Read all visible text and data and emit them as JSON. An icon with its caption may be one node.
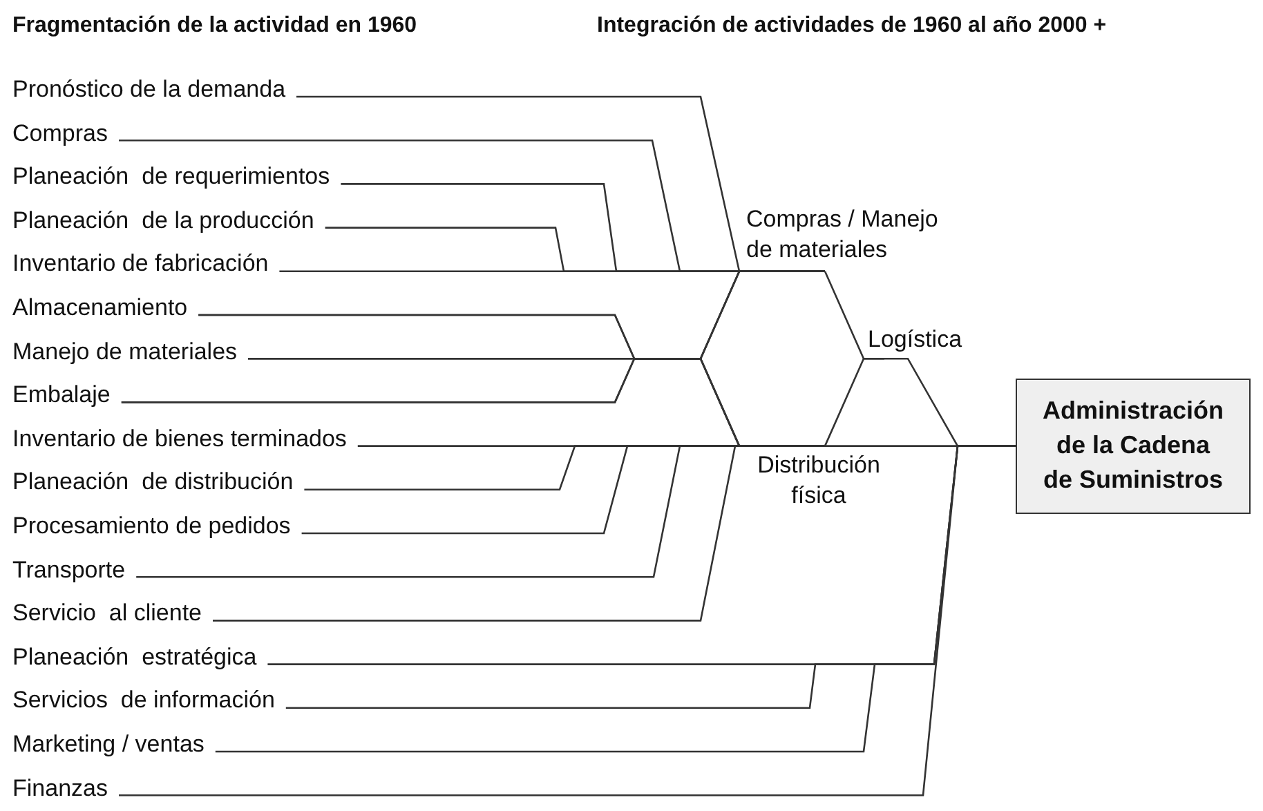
{
  "diagram": {
    "nodes": [
      {
        "text": [
          "Pronóstico de la demanda"
        ]
      },
      {
        "text": [
          "Compras"
        ]
      },
      {
        "text": [
          "Planeación  de requerimientos"
        ]
      },
      {
        "text": [
          "Planeación  de la producción"
        ]
      },
      {
        "text": [
          "Inventario de fabricación"
        ]
      },
      {
        "text": [
          "Almacenamiento"
        ]
      },
      {
        "text": [
          "Manejo de materiales"
        ]
      },
      {
        "text": [
          "Embalaje"
        ]
      },
      {
        "text": [
          "Inventario de bienes terminados"
        ]
      },
      {
        "text": [
          "Planeación  de distribución"
        ]
      },
      {
        "text": [
          "Procesamiento de pedidos"
        ]
      },
      {
        "text": [
          "Transporte"
        ]
      },
      {
        "text": [
          "Servicio  al cliente"
        ]
      },
      {
        "text": [
          "Planeación  estratégica"
        ]
      },
      {
        "text": [
          "Servicios  de información"
        ]
      },
      {
        "text": [
          "Marketing / ventas"
        ]
      },
      {
        "text": [
          "Finanzas"
        ]
      },
      {
        "text": [
          "Compras / Manejo de materiales"
        ]
      },
      {
        "text": [
          "Logística"
        ]
      },
      {
        "text": [
          "Distribución física"
        ]
      },
      {
        "text": [
          "Administración de la Cadena de Suministros"
        ]
      }
    ],
    "edges": [
      {
        "from": 0,
        "to": 17,
        "arrow": "none"
      },
      {
        "from": 1,
        "to": 17,
        "arrow": "none"
      },
      {
        "from": 2,
        "to": 17,
        "arrow": "none"
      },
      {
        "from": 3,
        "to": 17,
        "arrow": "none"
      },
      {
        "from": 4,
        "to": 17,
        "arrow": "none"
      },
      {
        "from": 5,
        "to": 17,
        "arrow": "none"
      },
      {
        "from": 5,
        "to": 19,
        "arrow": "none"
      },
      {
        "from": 6,
        "to": 17,
        "arrow": "none"
      },
      {
        "from": 6,
        "to": 19,
        "arrow": "none"
      },
      {
        "from": 7,
        "to": 17,
        "arrow": "none"
      },
      {
        "from": 7,
        "to": 19,
        "arrow": "none"
      },
      {
        "from": 8,
        "to": 19,
        "arrow": "none"
      },
      {
        "from": 9,
        "to": 19,
        "arrow": "none"
      },
      {
        "from": 10,
        "to": 19,
        "arrow": "none"
      },
      {
        "from": 11,
        "to": 19,
        "arrow": "none"
      },
      {
        "from": 12,
        "to": 19,
        "arrow": "none"
      },
      {
        "from": 17,
        "to": 18,
        "arrow": "none"
      },
      {
        "from": 19,
        "to": 18,
        "arrow": "none"
      },
      {
        "from": 18,
        "to": 20,
        "arrow": "none"
      },
      {
        "from": 19,
        "to": 20,
        "arrow": "none"
      },
      {
        "from": 13,
        "to": 20,
        "arrow": "none"
      },
      {
        "from": 14,
        "to": 20,
        "arrow": "none"
      },
      {
        "from": 15,
        "to": 20,
        "arrow": "none"
      },
      {
        "from": 16,
        "to": 20,
        "arrow": "none"
      }
    ],
    "labels": [
      "Fragmentación de la actividad en 1960",
      "Integración de actividades de 1960 al año 2000 +"
    ]
  }
}
